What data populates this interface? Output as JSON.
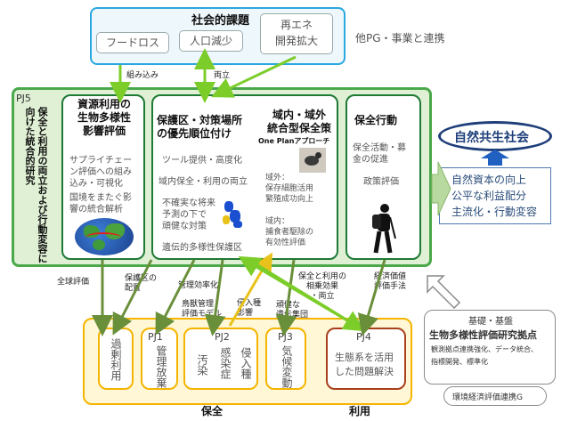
{
  "social": {
    "title": "社会的課題",
    "items": [
      "フードロス",
      "人口減少",
      "再エネ\n開発拡大"
    ],
    "partner": "他PG・事業と連携"
  },
  "flow_labels": {
    "incorporate": "組み込み",
    "coexist": "両立",
    "global_eval": "全球評価",
    "protected_area": "保護区の\n配置",
    "mgmt_efficiency": "管理効率化",
    "bird_model": "鳥獣管理\n評価モデル",
    "invasive_impact": "侵入種\n影響",
    "healthy_pop": "頑健な\n遺伝集団",
    "synergy": "保全と利用の\n相乗効果\n・両立",
    "econ_method": "経済価値\n評価手法"
  },
  "pj5": {
    "label": "PJ5",
    "vertical_text": "保全と利用の両立および行動変容に向けた統合的研究",
    "box1": {
      "title": "資源利用の\n生物多様性\n影響評価",
      "line1": "サプライチェー\nン評価への組み\n込み・可視化",
      "line2": "国境をまたぐ影\n響の統合解析"
    },
    "box2": {
      "title": "保護区・対策場所\nの優先順位付け",
      "line1": "ツール提供・高度化",
      "line2": "域内保全・利用の両立",
      "line3": "不確実な将来\n予測の下で\n頑健な対策",
      "line4": "遺伝的多様性保護区"
    },
    "box2b": {
      "title": "域内・域外\n統合型保全策",
      "sub": "One Planアプローチ",
      "line1": "域外：\n保存細胞活用\n繁殖成功向上",
      "line2": "域内：\n捕食者駆除の\n有効性評価"
    },
    "box3": {
      "title": "保全行動",
      "line1": "保全活動・募\n金の促進",
      "line2": "政策評価"
    }
  },
  "outcome": {
    "title": "自然共生社会",
    "text": "自然資本の向上\n公平な利益配分\n主流化・行動変容"
  },
  "bottom": {
    "overcon": "過剰利用",
    "pj1": {
      "label": "PJ1",
      "text": "管理放棄"
    },
    "pj2": {
      "label": "PJ2",
      "col1": "汚染",
      "col2": "感染症",
      "col3": "侵入種"
    },
    "pj3": {
      "label": "PJ3",
      "text": "気候変動"
    },
    "pj4": {
      "label": "PJ4",
      "text": "生態系を活用\nした問題解決"
    },
    "conserve": "保全",
    "use": "利用"
  },
  "base": {
    "title": "基礎・基盤",
    "subtitle": "生物多様性評価研究拠点",
    "text": "観測拠点連携強化、データ統合、\n指標開発、標準化",
    "econ": "環境経済評価連携G"
  },
  "colors": {
    "blue_frame": "#2aa8e0",
    "green_frame": "#4aa84a",
    "dark_green": "#1e7a34",
    "orange_frame": "#f5b400",
    "yellow_fill": "#fff7d6",
    "light_green_fill": "#dff0d4",
    "red_frame": "#a8401c",
    "navy": "#1f3f7a"
  }
}
